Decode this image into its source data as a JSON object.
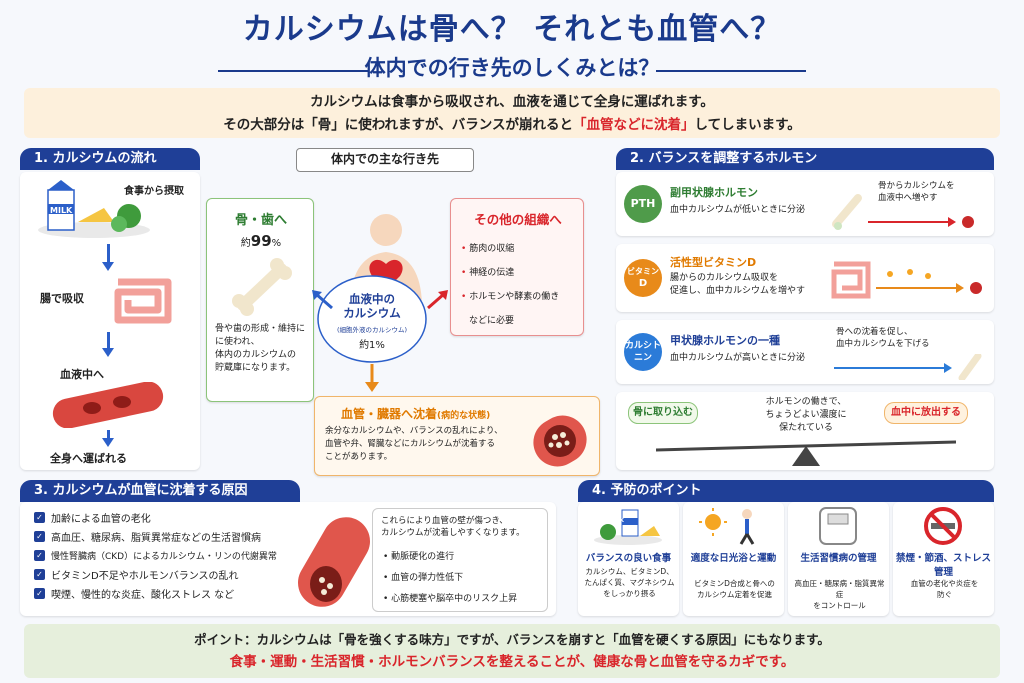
{
  "header": {
    "title": "カルシウムは骨へ？ それとも血管へ？",
    "subtitle": "体内での行き先のしくみとは？"
  },
  "intro": {
    "line1": "カルシウムは食事から吸収され、血液を通じて全身に運ばれます。",
    "line2_a": "その大部分は「骨」に使われますが、バランスが崩れると",
    "line2_red": "「血管などに沈着」",
    "line2_b": "してしまいます。"
  },
  "flow": {
    "heading": "1. カルシウムの流れ",
    "milk": "MILK",
    "step1": "食事から摂取",
    "step2": "腸で吸収",
    "step3": "血液中へ",
    "step4": "全身へ運ばれる"
  },
  "destinations": {
    "heading": "体内での主な行き先",
    "bone_title": "骨・歯へ",
    "bone_prefix": "約",
    "bone_pct": "99",
    "bone_unit": "%",
    "bone_desc1": "骨や歯の形成・維持に",
    "bone_desc2": "に使われ、",
    "bone_desc3": "体内のカルシウムの",
    "bone_desc4": "貯蔵庫になります。",
    "blood_title1": "血液中の",
    "blood_title2": "カルシウム",
    "blood_sub": "(細胞外液のカルシウム)",
    "blood_pct": "約1%",
    "other_title": "その他の組織へ",
    "other_items": [
      "筋肉の収縮",
      "神経の伝達",
      "ホルモンや酵素の働き",
      "などに必要"
    ],
    "deposit_title": "血管・臓器へ沈着",
    "deposit_note": "(病的な状態)",
    "deposit_desc1": "余分なカルシウムや、バランスの乱れにより、",
    "deposit_desc2": "血管や弁、腎臓などにカルシウムが沈着する",
    "deposit_desc3": "ことがあります。"
  },
  "hormones": {
    "heading": "2. バランスを調整するホルモン",
    "pth": {
      "badge": "PTH",
      "title": "副甲状腺ホルモン",
      "desc": "血中カルシウムが低いときに分泌",
      "note1": "骨からカルシウムを",
      "note2": "血液中へ増やす"
    },
    "vitd": {
      "badge1": "ビタミン",
      "badge2": "D",
      "title": "活性型ビタミンD",
      "desc1": "腸からのカルシウム吸収を",
      "desc2": "促進し、血中カルシウムを増やす"
    },
    "calcitonin": {
      "badge1": "カルシト",
      "badge2": "ニン",
      "title": "甲状腺ホルモンの一種",
      "desc": "血中カルシウムが高いときに分泌",
      "note1": "骨への沈着を促し、",
      "note2": "血中カルシウムを下げる"
    },
    "balance_left": "骨に取り込む",
    "balance_right": "血中に放出する",
    "balance_mid1": "ホルモンの働きで、",
    "balance_mid2": "ちょうどよい濃度に",
    "balance_mid3": "保たれている"
  },
  "causes": {
    "heading": "3. カルシウムが血管に沈着する原因",
    "items": [
      "加齢による血管の老化",
      "高血圧、糖尿病、脂質異常症などの生活習慣病",
      "慢性腎臓病（CKD）によるカルシウム・リンの代謝異常",
      "ビタミンD不足やホルモンバランスの乱れ",
      "喫煙、慢性的な炎症、酸化ストレス など"
    ],
    "result1": "これらにより血管の壁が傷つき、",
    "result2": "カルシウムが沈着しやすくなります。",
    "effects": [
      "動脈硬化の進行",
      "血管の弾力性低下",
      "心筋梗塞や脳卒中のリスク上昇"
    ]
  },
  "prevention": {
    "heading": "4. 予防のポイント",
    "milk": "MILK",
    "cards": [
      {
        "title": "バランスの良い食事",
        "desc": [
          "カルシウム、ビタミンD、",
          "たんぱく質、マグネシウム",
          "をしっかり摂る"
        ]
      },
      {
        "title": "適度な日光浴と運動",
        "desc": [
          "ビタミンD合成と骨への",
          "カルシウム定着を促進"
        ]
      },
      {
        "title": "生活習慣病の管理",
        "desc": [
          "高血圧・糖尿病・脂質異常症",
          "をコントロール"
        ]
      },
      {
        "title": "禁煙・節酒、ストレス管理",
        "desc": [
          "血管の老化や炎症を",
          "防ぐ"
        ]
      }
    ]
  },
  "footer": {
    "line1": "ポイント：カルシウムは「骨を強くする味方」ですが、バランスを崩すと「血管を硬くする原因」にもなります。",
    "line2": "食事・運動・生活習慣・ホルモンバランスを整えることが、健康な骨と血管を守るカギです。"
  },
  "colors": {
    "navy": "#1f3f97",
    "red": "#d9252b",
    "green": "#2e7d32",
    "orange": "#e07a00"
  }
}
